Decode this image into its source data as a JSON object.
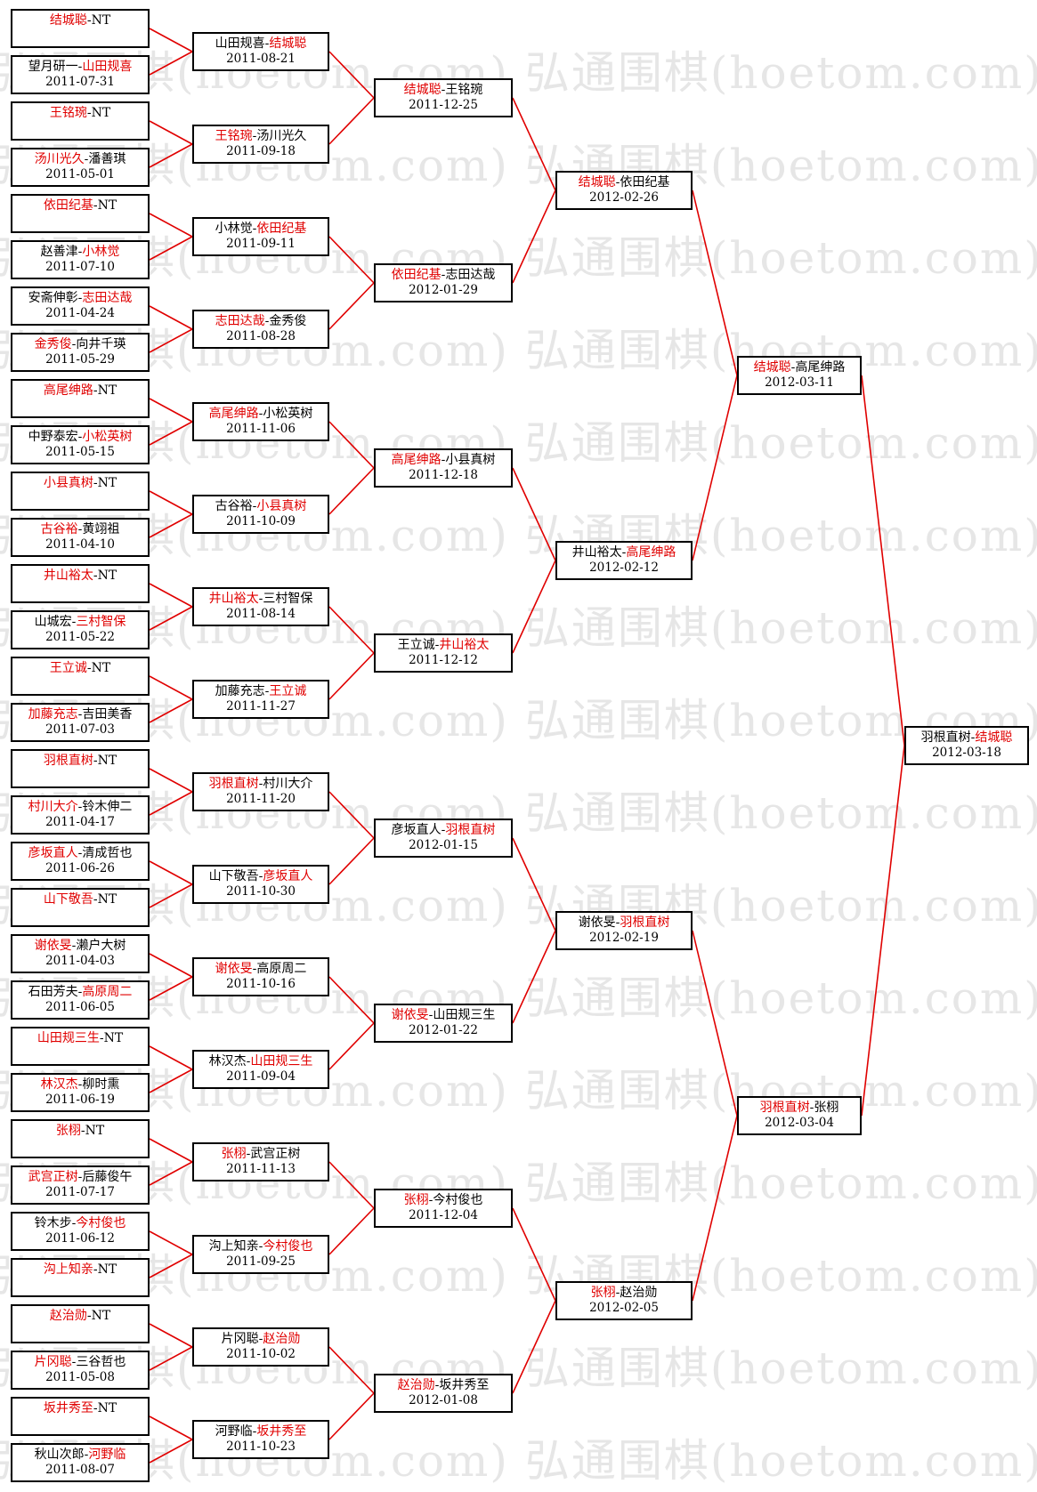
{
  "watermark": "弘通围棋(hoetom.com) 弘通围棋(hoetom.com) 弘通围棋(hoetom.com)",
  "colors": {
    "winner": "#e00000",
    "line": "#e00000",
    "text": "#000000"
  },
  "rounds": [
    [
      {
        "a": "结城聪",
        "b": "NT",
        "w": "a",
        "date": ""
      },
      {
        "a": "望月研一",
        "b": "山田规喜",
        "w": "b",
        "date": "2011-07-31"
      },
      {
        "a": "王铭琬",
        "b": "NT",
        "w": "a",
        "date": ""
      },
      {
        "a": "汤川光久",
        "b": "潘善琪",
        "w": "a",
        "date": "2011-05-01"
      },
      {
        "a": "依田纪基",
        "b": "NT",
        "w": "a",
        "date": ""
      },
      {
        "a": "赵善津",
        "b": "小林觉",
        "w": "b",
        "date": "2011-07-10"
      },
      {
        "a": "安斋伸彰",
        "b": "志田达哉",
        "w": "b",
        "date": "2011-04-24"
      },
      {
        "a": "金秀俊",
        "b": "向井千瑛",
        "w": "a",
        "date": "2011-05-29"
      },
      {
        "a": "高尾绅路",
        "b": "NT",
        "w": "a",
        "date": ""
      },
      {
        "a": "中野泰宏",
        "b": "小松英树",
        "w": "b",
        "date": "2011-05-15"
      },
      {
        "a": "小县真树",
        "b": "NT",
        "w": "a",
        "date": ""
      },
      {
        "a": "古谷裕",
        "b": "黄翊祖",
        "w": "a",
        "date": "2011-04-10"
      },
      {
        "a": "井山裕太",
        "b": "NT",
        "w": "a",
        "date": ""
      },
      {
        "a": "山城宏",
        "b": "三村智保",
        "w": "b",
        "date": "2011-05-22"
      },
      {
        "a": "王立诚",
        "b": "NT",
        "w": "a",
        "date": ""
      },
      {
        "a": "加藤充志",
        "b": "吉田美香",
        "w": "a",
        "date": "2011-07-03"
      },
      {
        "a": "羽根直树",
        "b": "NT",
        "w": "a",
        "date": ""
      },
      {
        "a": "村川大介",
        "b": "铃木伸二",
        "w": "a",
        "date": "2011-04-17"
      },
      {
        "a": "彦坂直人",
        "b": "清成哲也",
        "w": "a",
        "date": "2011-06-26"
      },
      {
        "a": "山下敬吾",
        "b": "NT",
        "w": "a",
        "date": ""
      },
      {
        "a": "谢依旻",
        "b": "濑户大树",
        "w": "a",
        "date": "2011-04-03"
      },
      {
        "a": "石田芳夫",
        "b": "高原周二",
        "w": "b",
        "date": "2011-06-05"
      },
      {
        "a": "山田规三生",
        "b": "NT",
        "w": "a",
        "date": ""
      },
      {
        "a": "林汉杰",
        "b": "柳时熏",
        "w": "a",
        "date": "2011-06-19"
      },
      {
        "a": "张栩",
        "b": "NT",
        "w": "a",
        "date": ""
      },
      {
        "a": "武宫正树",
        "b": "后藤俊午",
        "w": "a",
        "date": "2011-07-17"
      },
      {
        "a": "铃木步",
        "b": "今村俊也",
        "w": "b",
        "date": "2011-06-12"
      },
      {
        "a": "沟上知亲",
        "b": "NT",
        "w": "a",
        "date": ""
      },
      {
        "a": "赵治勋",
        "b": "NT",
        "w": "a",
        "date": ""
      },
      {
        "a": "片冈聪",
        "b": "三谷哲也",
        "w": "a",
        "date": "2011-05-08"
      },
      {
        "a": "坂井秀至",
        "b": "NT",
        "w": "a",
        "date": ""
      },
      {
        "a": "秋山次郎",
        "b": "河野临",
        "w": "b",
        "date": "2011-08-07"
      }
    ],
    [
      {
        "a": "山田规喜",
        "b": "结城聪",
        "w": "b",
        "date": "2011-08-21"
      },
      {
        "a": "王铭琬",
        "b": "汤川光久",
        "w": "a",
        "date": "2011-09-18"
      },
      {
        "a": "小林觉",
        "b": "依田纪基",
        "w": "b",
        "date": "2011-09-11"
      },
      {
        "a": "志田达哉",
        "b": "金秀俊",
        "w": "a",
        "date": "2011-08-28"
      },
      {
        "a": "高尾绅路",
        "b": "小松英树",
        "w": "a",
        "date": "2011-11-06"
      },
      {
        "a": "古谷裕",
        "b": "小县真树",
        "w": "b",
        "date": "2011-10-09"
      },
      {
        "a": "井山裕太",
        "b": "三村智保",
        "w": "a",
        "date": "2011-08-14"
      },
      {
        "a": "加藤充志",
        "b": "王立诚",
        "w": "b",
        "date": "2011-11-27"
      },
      {
        "a": "羽根直树",
        "b": "村川大介",
        "w": "a",
        "date": "2011-11-20"
      },
      {
        "a": "山下敬吾",
        "b": "彦坂直人",
        "w": "b",
        "date": "2011-10-30"
      },
      {
        "a": "谢依旻",
        "b": "高原周二",
        "w": "a",
        "date": "2011-10-16"
      },
      {
        "a": "林汉杰",
        "b": "山田规三生",
        "w": "b",
        "date": "2011-09-04"
      },
      {
        "a": "张栩",
        "b": "武宫正树",
        "w": "a",
        "date": "2011-11-13"
      },
      {
        "a": "沟上知亲",
        "b": "今村俊也",
        "w": "b",
        "date": "2011-09-25"
      },
      {
        "a": "片冈聪",
        "b": "赵治勋",
        "w": "b",
        "date": "2011-10-02"
      },
      {
        "a": "河野临",
        "b": "坂井秀至",
        "w": "b",
        "date": "2011-10-23"
      }
    ],
    [
      {
        "a": "结城聪",
        "b": "王铭琬",
        "w": "a",
        "date": "2011-12-25"
      },
      {
        "a": "依田纪基",
        "b": "志田达哉",
        "w": "a",
        "date": "2012-01-29"
      },
      {
        "a": "高尾绅路",
        "b": "小县真树",
        "w": "a",
        "date": "2011-12-18"
      },
      {
        "a": "王立诚",
        "b": "井山裕太",
        "w": "b",
        "date": "2011-12-12"
      },
      {
        "a": "彦坂直人",
        "b": "羽根直树",
        "w": "b",
        "date": "2012-01-15"
      },
      {
        "a": "谢依旻",
        "b": "山田规三生",
        "w": "a",
        "date": "2012-01-22"
      },
      {
        "a": "张栩",
        "b": "今村俊也",
        "w": "a",
        "date": "2011-12-04"
      },
      {
        "a": "赵治勋",
        "b": "坂井秀至",
        "w": "a",
        "date": "2012-01-08"
      }
    ],
    [
      {
        "a": "结城聪",
        "b": "依田纪基",
        "w": "a",
        "date": "2012-02-26"
      },
      {
        "a": "井山裕太",
        "b": "高尾绅路",
        "w": "b",
        "date": "2012-02-12"
      },
      {
        "a": "谢依旻",
        "b": "羽根直树",
        "w": "b",
        "date": "2012-02-19"
      },
      {
        "a": "张栩",
        "b": "赵治勋",
        "w": "a",
        "date": "2012-02-05"
      }
    ],
    [
      {
        "a": "结城聪",
        "b": "高尾绅路",
        "w": "a",
        "date": "2012-03-11"
      },
      {
        "a": "羽根直树",
        "b": "张栩",
        "w": "a",
        "date": "2012-03-04"
      }
    ],
    [
      {
        "a": "羽根直树",
        "b": "结城聪",
        "w": "b",
        "date": "2012-03-18"
      }
    ]
  ]
}
